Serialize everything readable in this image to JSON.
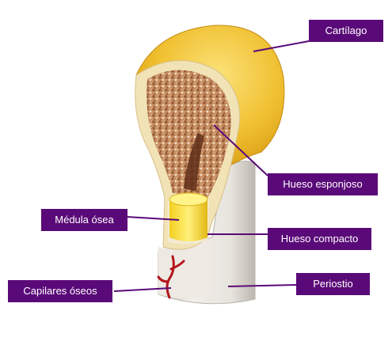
{
  "labels": {
    "cartilage": "Cartílago",
    "spongy_bone": "Hueso esponjoso",
    "marrow": "Médula ósea",
    "compact_bone": "Hueso compacto",
    "capillaries": "Capilares óseos",
    "periosteum": "Periostio"
  },
  "colors": {
    "label_bg": "#5a0a78",
    "cartilage": "#f0c030",
    "marrow": "#f7e23a",
    "spongy": "#b77a52",
    "periosteum": "#e6e2dc",
    "vessel": "#b3141c"
  }
}
